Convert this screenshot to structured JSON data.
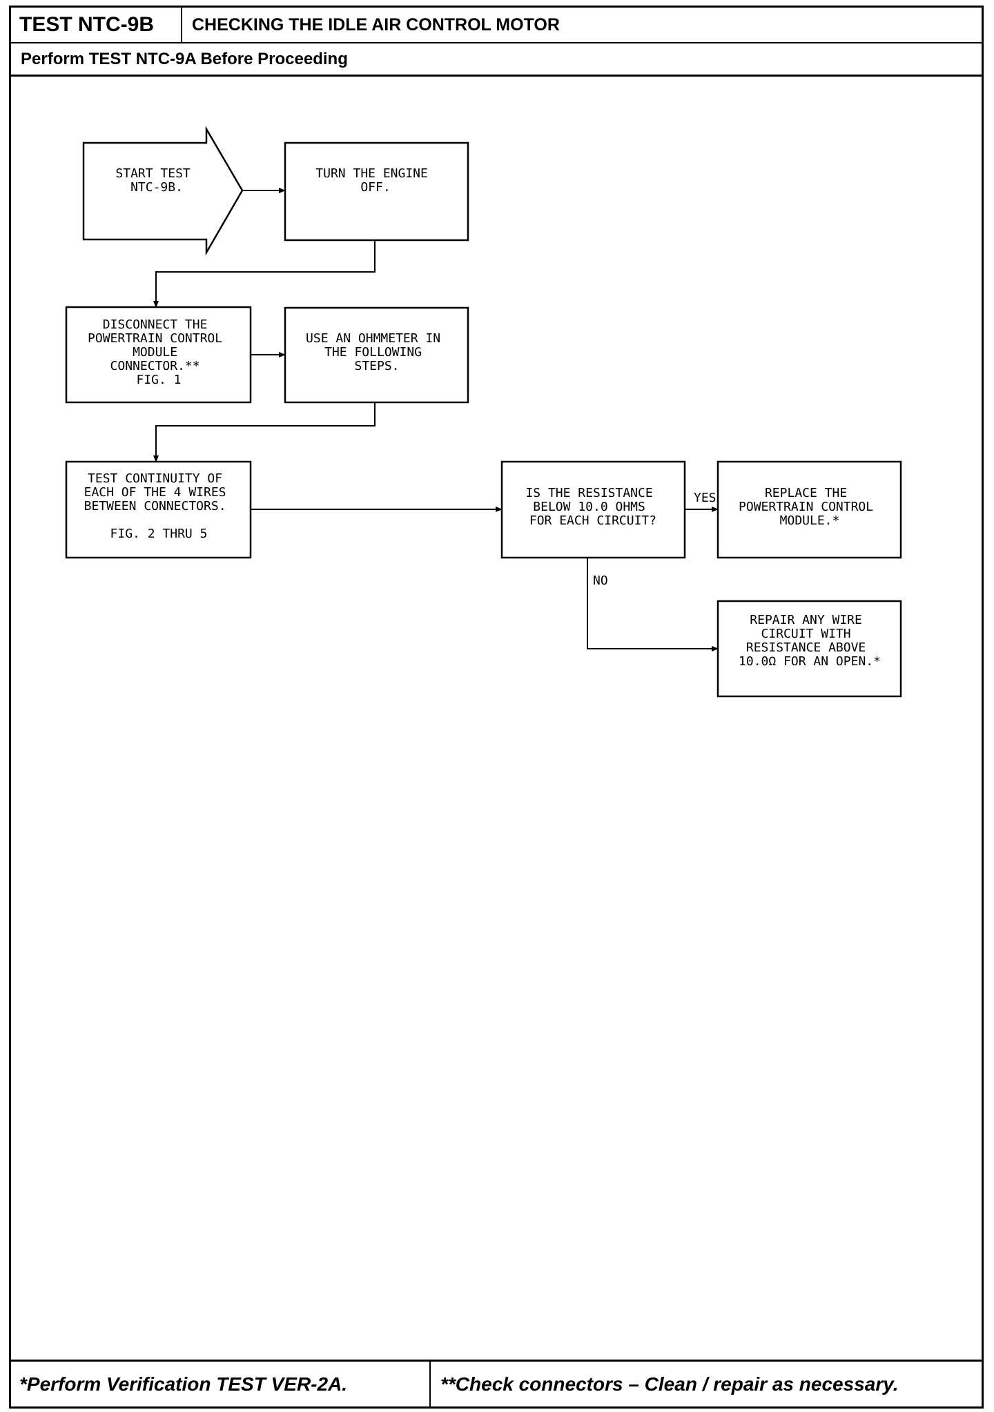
{
  "header": {
    "test_id": "TEST NTC-9B",
    "title": "CHECKING THE IDLE AIR CONTROL MOTOR",
    "prerequisite": "Perform TEST NTC-9A Before Proceeding"
  },
  "flowchart": {
    "start": [
      "START TEST",
      "NTC-9B."
    ],
    "step1": [
      "TURN THE ENGINE",
      "OFF."
    ],
    "step2": [
      "DISCONNECT THE",
      "POWERTRAIN CONTROL",
      "MODULE",
      "CONNECTOR.**",
      "FIG. 1"
    ],
    "step3": [
      "USE AN OHMMETER IN",
      "THE FOLLOWING",
      "STEPS."
    ],
    "step4": [
      "TEST CONTINUITY OF",
      "EACH OF THE 4 WIRES",
      "BETWEEN CONNECTORS.",
      "",
      "FIG. 2 THRU 5"
    ],
    "decision": [
      "IS THE RESISTANCE",
      "BELOW 10.0 OHMS",
      "FOR EACH CIRCUIT?"
    ],
    "yes_label": "YES",
    "no_label": "NO",
    "yes_result": [
      "REPLACE THE",
      "POWERTRAIN CONTROL",
      "MODULE.*"
    ],
    "no_result": [
      "REPAIR ANY WIRE",
      "CIRCUIT WITH",
      "RESISTANCE ABOVE",
      "10.0Ω FOR AN OPEN.*"
    ]
  },
  "footer": {
    "note_left": "*Perform Verification TEST VER-2A.",
    "note_right": "**Check connectors – Clean / repair as necessary."
  }
}
